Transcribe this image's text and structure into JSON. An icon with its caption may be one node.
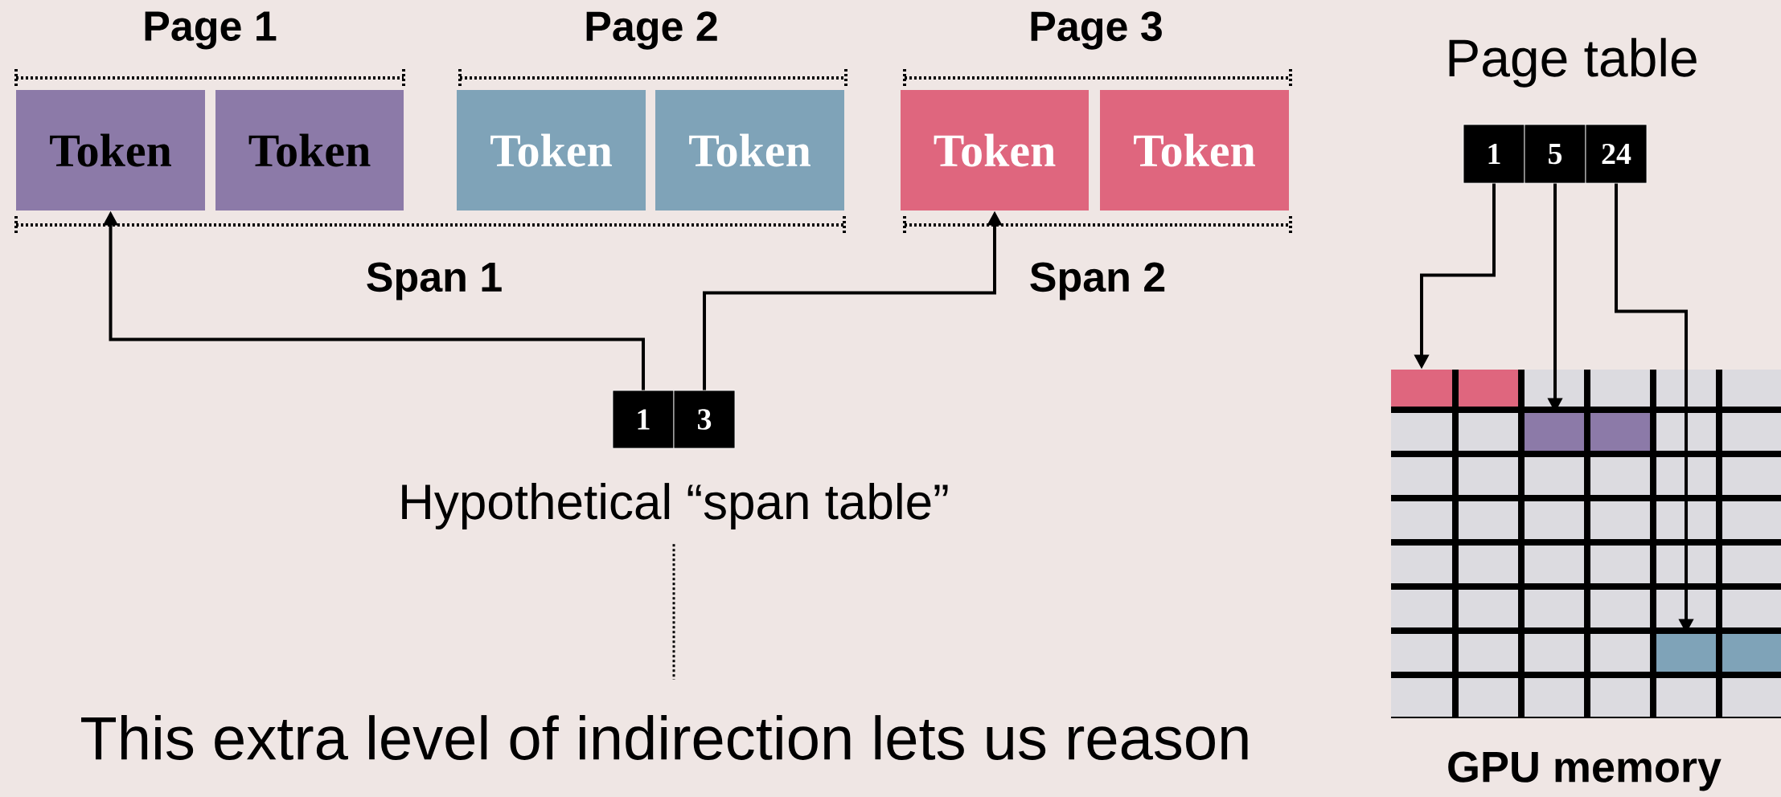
{
  "diagram": {
    "nodes": [
      {
        "text": [
          "Token"
        ]
      },
      {
        "text": [
          "Token"
        ]
      },
      {
        "text": [
          "Token"
        ]
      },
      {
        "text": [
          "Token"
        ]
      },
      {
        "text": [
          "Token"
        ]
      },
      {
        "text": [
          "Token"
        ]
      },
      {
        "text": [
          "1"
        ]
      },
      {
        "text": [
          "3"
        ]
      },
      {
        "text": [
          "Hypothetical “span table”"
        ]
      },
      {
        "text": [
          "This extra level of indirection lets us reason"
        ]
      },
      {
        "text": [
          "1"
        ]
      },
      {
        "text": [
          "5"
        ]
      },
      {
        "text": [
          "24"
        ]
      },
      {
        "text": [],
        "shape": "box"
      },
      {
        "text": [],
        "shape": "box"
      },
      {
        "text": [],
        "shape": "box"
      },
      {
        "text": [],
        "shape": "box"
      },
      {
        "text": [],
        "shape": "box"
      },
      {
        "text": [],
        "shape": "box"
      }
    ],
    "edges": [
      {
        "from": 6,
        "to": 0,
        "arrow": "to"
      },
      {
        "from": 7,
        "to": 4,
        "arrow": "to"
      },
      {
        "from": 8,
        "to": 9,
        "arrow": "none",
        "style": "dashed"
      },
      {
        "from": 10,
        "to": 13,
        "arrow": "to"
      },
      {
        "from": 11,
        "to": 15,
        "arrow": "to"
      },
      {
        "from": 12,
        "to": 17,
        "arrow": "to"
      }
    ],
    "labels": [
      "Page 1",
      "Page 2",
      "Page 3",
      "Span 1",
      "Span 2",
      "Page table",
      "GPU memory"
    ]
  }
}
